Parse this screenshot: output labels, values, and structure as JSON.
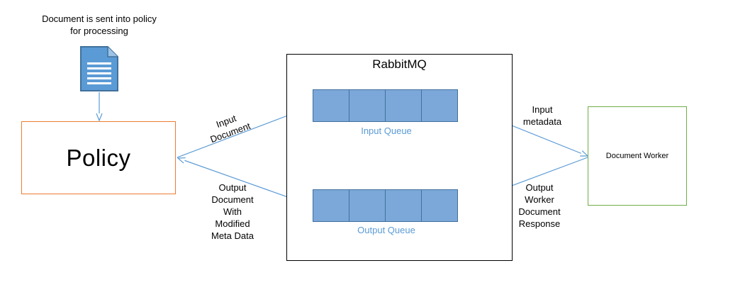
{
  "document_caption": "Document is sent into policy\nfor processing",
  "document_icon": "document-icon",
  "policy": {
    "label": "Policy",
    "border_color": "#ED7D31"
  },
  "rabbitmq": {
    "title": "RabbitMQ"
  },
  "input_queue": {
    "label": "Input Queue",
    "cell_count": 4
  },
  "output_queue": {
    "label": "Output Queue",
    "cell_count": 4
  },
  "document_worker": {
    "label": "Document Worker",
    "border_color": "#70AD47"
  },
  "edges": {
    "input_document": "Input\nDocument",
    "output_document": "Output\nDocument\nWith\nModified\nMeta Data",
    "input_metadata": "Input\nmetadata",
    "output_worker_response": "Output\nWorker\nDocument\nResponse"
  },
  "colors": {
    "queue_fill": "#7BA7D9",
    "queue_border": "#41719C",
    "arrow": "#5B9BD5",
    "queue_label": "#5B9BD5"
  }
}
